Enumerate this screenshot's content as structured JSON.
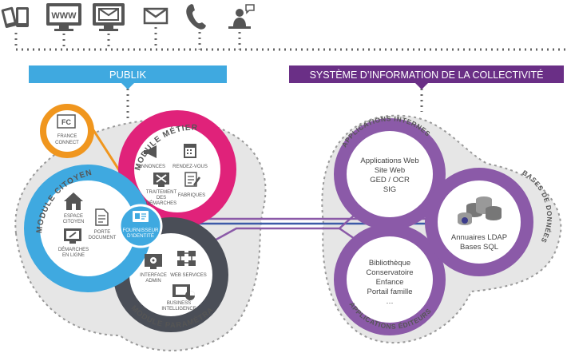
{
  "top_channels": [
    {
      "icon": "mobile-devices-icon"
    },
    {
      "icon": "www-monitor-icon",
      "label": "WWW"
    },
    {
      "icon": "email-monitor-icon"
    },
    {
      "icon": "envelope-icon"
    },
    {
      "icon": "phone-icon"
    },
    {
      "icon": "desk-agent-icon"
    }
  ],
  "banners": {
    "publik": "PUBLIK",
    "si": "SYSTÈME D’INFORMATION DE LA COLLECTIVITÉ"
  },
  "france_connect": {
    "logo": "FC",
    "line1": "FRANCE",
    "line2": "CONNECT"
  },
  "module_metier": {
    "title": "MODULE MÉTIER",
    "items": [
      {
        "icon": "megaphone-icon",
        "lines": [
          "ANNONCES"
        ]
      },
      {
        "icon": "calendar-icon",
        "lines": [
          "RENDEZ-VOUS"
        ]
      },
      {
        "icon": "tools-monitor-icon",
        "lines": [
          "TRAITEMENT",
          "DES",
          "DÉMARCHES"
        ]
      },
      {
        "icon": "form-pencil-icon",
        "lines": [
          "FABRIQUES"
        ]
      }
    ]
  },
  "module_citoyen": {
    "title": "MODULE CITOYEN",
    "items": [
      {
        "icon": "house-icon",
        "lines": [
          "ESPACE",
          "CITOYEN"
        ]
      },
      {
        "icon": "document-icon",
        "lines": [
          "PORTE",
          "DOCUMENT"
        ]
      },
      {
        "icon": "monitor-edit-icon",
        "lines": [
          "DÉMARCHES",
          "EN LIGNE"
        ]
      }
    ]
  },
  "fournisseur": {
    "lines": [
      "FOURNISSEUR",
      "D’IDENTITÉ"
    ]
  },
  "module_parametrage": {
    "title": "MODULE PARAMÉTRAGE",
    "items": [
      {
        "icon": "settings-monitor-icon",
        "lines": [
          "INTERFACE",
          "ADMIN"
        ]
      },
      {
        "icon": "network-icon",
        "lines": [
          "WEB SERVICES"
        ]
      },
      {
        "icon": "business-chart-icon",
        "lines": [
          "BUSINESS",
          "INTELLIGENCE"
        ]
      }
    ]
  },
  "applications_internes": {
    "title": "APPLICATIONS INTERNES",
    "items": [
      "Applications Web",
      "Site Web",
      "GED / OCR",
      "SIG"
    ]
  },
  "bases_donnees": {
    "title": "BASES DE DONNÉES",
    "items": [
      "Annuaires LDAP",
      "Bases SQL"
    ]
  },
  "applications_editeurs": {
    "title": "APPLICATIONS ÉDITEURS",
    "items": [
      "Bibliothèque",
      "Conservatoire",
      "Enfance",
      "Portail famille",
      "…"
    ]
  },
  "colors": {
    "blue": "#3fa9e0",
    "pink": "#e0227a",
    "dark": "#4a4e57",
    "orange": "#f0961e",
    "purple": "#8b5aa8",
    "purple_dark": "#6a2f86",
    "grey_bg": "#e6e6e6"
  }
}
